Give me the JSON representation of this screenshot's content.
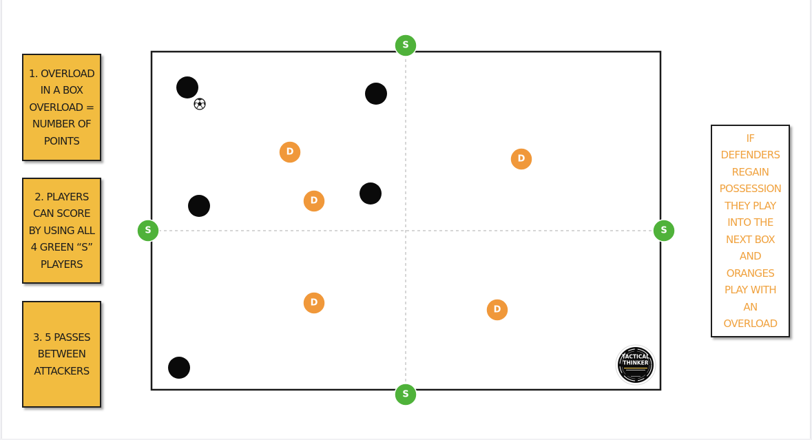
{
  "notes": {
    "rule_1": "1. OVERLOAD\nIN A BOX\nOVERLOAD =\nNUMBER OF\nPOINTS",
    "rule_2": "2. PLAYERS\nCAN SCORE\nBY USING ALL\n4 GREEN “S”\nPLAYERS",
    "rule_3": "3. 5 PASSES\nBETWEEN\nATTACKERS",
    "transition": "IF\nDEFENDERS\nREGAIN\nPOSSESSION\nTHEY PLAY\nINTO THE\nNEXT BOX\nAND\nORANGES\nPLAY WITH\nAN\nOVERLOAD"
  },
  "markers": {
    "support_label": "S",
    "defender_label": "D"
  },
  "logo": {
    "line1": "TACTICAL",
    "line2": "THINKER"
  },
  "colors": {
    "support_green": "#4fb23a",
    "defender_orange": "#f0983a",
    "attacker_black": "#0a0a0a",
    "note_yellow": "#f2bc40",
    "note_text_orange": "#f0a23f",
    "field_line": "#1a1a1a",
    "divider_dashed": "#c9c9c9"
  },
  "icons": {
    "ball": "soccer-ball-icon",
    "logo": "tactical-thinker-logo"
  }
}
